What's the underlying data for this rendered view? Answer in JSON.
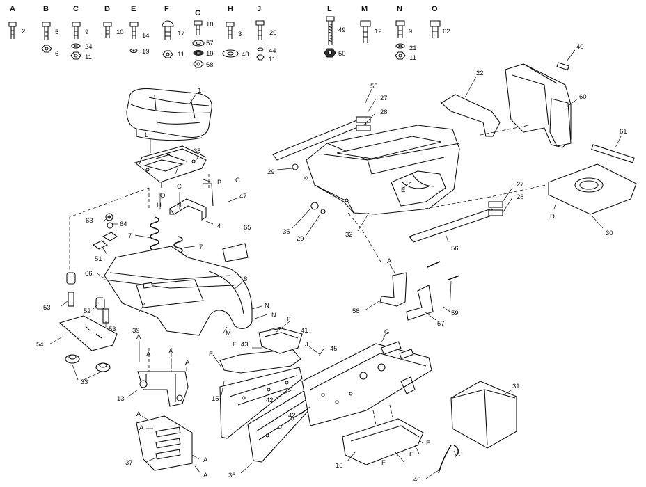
{
  "hardware": [
    {
      "letter": "A",
      "qty": [
        "2"
      ]
    },
    {
      "letter": "B",
      "qty": [
        "5",
        "6"
      ]
    },
    {
      "letter": "C",
      "qty": [
        "9",
        "24",
        "11"
      ]
    },
    {
      "letter": "D",
      "qty": [
        "10"
      ]
    },
    {
      "letter": "E",
      "qty": [
        "14",
        "19"
      ]
    },
    {
      "letter": "F",
      "qty": [
        "17",
        "11"
      ]
    },
    {
      "letter": "G",
      "qty": [
        "18",
        "57",
        "19",
        "68"
      ]
    },
    {
      "letter": "H",
      "qty": [
        "3",
        "48"
      ]
    },
    {
      "letter": "J",
      "qty": [
        "20",
        "44",
        "11"
      ]
    },
    {
      "letter": "L",
      "qty": [
        "49",
        "50"
      ]
    },
    {
      "letter": "M",
      "qty": [
        "12"
      ]
    },
    {
      "letter": "N",
      "qty": [
        "9",
        "21",
        "11"
      ]
    },
    {
      "letter": "O",
      "qty": [
        "62"
      ]
    }
  ],
  "callouts": [
    {
      "id": "c1",
      "text": "1"
    },
    {
      "id": "c38",
      "text": "38"
    },
    {
      "id": "cL1",
      "text": "L"
    },
    {
      "id": "cB1",
      "text": "B"
    },
    {
      "id": "cO1",
      "text": "O"
    },
    {
      "id": "cC1",
      "text": "C"
    },
    {
      "id": "cC2",
      "text": "C"
    },
    {
      "id": "c47",
      "text": "47"
    },
    {
      "id": "cH1",
      "text": "H"
    },
    {
      "id": "cN1",
      "text": "N"
    },
    {
      "id": "c4",
      "text": "4"
    },
    {
      "id": "c63",
      "text": "63"
    },
    {
      "id": "c64",
      "text": "64"
    },
    {
      "id": "c65",
      "text": "65"
    },
    {
      "id": "c7a",
      "text": "7"
    },
    {
      "id": "c7b",
      "text": "7"
    },
    {
      "id": "c51",
      "text": "51"
    },
    {
      "id": "c66",
      "text": "66"
    },
    {
      "id": "c8",
      "text": "8"
    },
    {
      "id": "c53a",
      "text": "53"
    },
    {
      "id": "c52",
      "text": "52"
    },
    {
      "id": "c53b",
      "text": "53"
    },
    {
      "id": "cN2",
      "text": "N"
    },
    {
      "id": "cN3",
      "text": "N"
    },
    {
      "id": "c39",
      "text": "39"
    },
    {
      "id": "cM1",
      "text": "M"
    },
    {
      "id": "c54",
      "text": "54"
    },
    {
      "id": "cF1",
      "text": "F"
    },
    {
      "id": "c41",
      "text": "41"
    },
    {
      "id": "cF2",
      "text": "F"
    },
    {
      "id": "c43",
      "text": "43"
    },
    {
      "id": "cJ1",
      "text": "J"
    },
    {
      "id": "c45",
      "text": "45"
    },
    {
      "id": "cA1",
      "text": "A"
    },
    {
      "id": "cA2",
      "text": "A"
    },
    {
      "id": "cA3",
      "text": "A"
    },
    {
      "id": "cA4",
      "text": "A"
    },
    {
      "id": "c33",
      "text": "33"
    },
    {
      "id": "c13",
      "text": "13"
    },
    {
      "id": "cF3",
      "text": "F"
    },
    {
      "id": "c15",
      "text": "15"
    },
    {
      "id": "c42a",
      "text": "42"
    },
    {
      "id": "c42b",
      "text": "42"
    },
    {
      "id": "cA5",
      "text": "A"
    },
    {
      "id": "cA6",
      "text": "A"
    },
    {
      "id": "c37",
      "text": "37"
    },
    {
      "id": "cA7",
      "text": "A"
    },
    {
      "id": "cA8",
      "text": "A"
    },
    {
      "id": "c36",
      "text": "36"
    },
    {
      "id": "cG1",
      "text": "G"
    },
    {
      "id": "cA9",
      "text": "A"
    },
    {
      "id": "c58",
      "text": "58"
    },
    {
      "id": "c57",
      "text": "57"
    },
    {
      "id": "c59",
      "text": "59"
    },
    {
      "id": "c31",
      "text": "31"
    },
    {
      "id": "c16",
      "text": "16"
    },
    {
      "id": "cF4",
      "text": "F"
    },
    {
      "id": "cF5",
      "text": "F"
    },
    {
      "id": "cF6",
      "text": "F"
    },
    {
      "id": "cJ2",
      "text": "J"
    },
    {
      "id": "c46",
      "text": "46"
    },
    {
      "id": "c55",
      "text": "55"
    },
    {
      "id": "c27a",
      "text": "27"
    },
    {
      "id": "c28a",
      "text": "28"
    },
    {
      "id": "c22",
      "text": "22"
    },
    {
      "id": "c40",
      "text": "40"
    },
    {
      "id": "c60",
      "text": "60"
    },
    {
      "id": "c61",
      "text": "61"
    },
    {
      "id": "c29a",
      "text": "29"
    },
    {
      "id": "cE1",
      "text": "E"
    },
    {
      "id": "c35",
      "text": "35"
    },
    {
      "id": "c29b",
      "text": "29"
    },
    {
      "id": "c32",
      "text": "32"
    },
    {
      "id": "c27b",
      "text": "27"
    },
    {
      "id": "c28b",
      "text": "28"
    },
    {
      "id": "c56",
      "text": "56"
    },
    {
      "id": "cD1",
      "text": "D"
    },
    {
      "id": "c30",
      "text": "30"
    }
  ]
}
